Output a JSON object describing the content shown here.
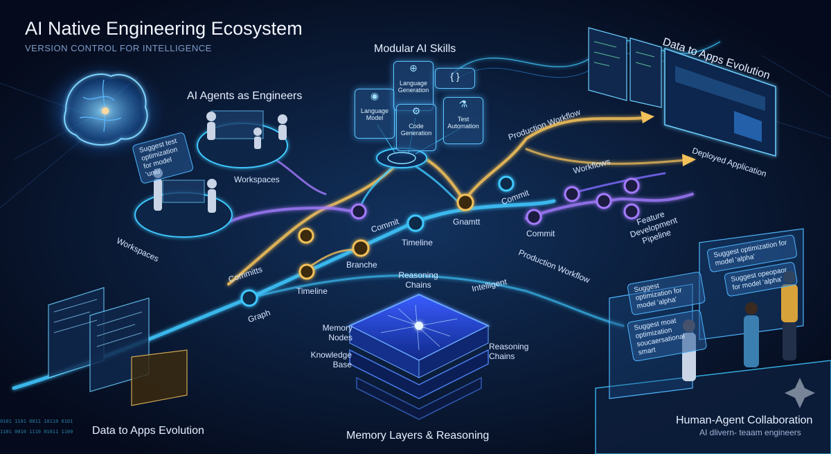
{
  "header": {
    "title": "AI Native Engineering Ecosystem",
    "subtitle": "VERSION CONTROL FOR INTELLIGENCE"
  },
  "sections": {
    "agents": "AI Agents as Engineers",
    "skills": "Modular AI Skills",
    "data_apps_top": "Data to Apps Evolution",
    "data_apps_bottom": "Data to Apps Evolution",
    "memory": "Memory Layers & Reasoning",
    "collab": "Human-Agent Collaboration",
    "collab_sub": "AI dlivern- teaam engineers"
  },
  "skills": [
    {
      "label": "Language Model",
      "icon": "brain-chip-icon"
    },
    {
      "label": "Language Generation",
      "icon": "globe-icon"
    },
    {
      "label": "Code Generation",
      "icon": "gear-icon"
    },
    {
      "label": "{ }",
      "icon": "braces-icon"
    },
    {
      "label": "Test Automation",
      "icon": "test-icon"
    }
  ],
  "labels": {
    "workspaces_1": "Workspaces",
    "workspaces_2": "Workspaces",
    "commits": "Committs",
    "graph": "Graph",
    "timeline_1": "Timeline",
    "timeline_2": "Timeline",
    "branche": "Branche",
    "commit_1": "Commit",
    "commit_2": "Commit",
    "commit_3": "Commit",
    "gnamtt": "Gnamtt",
    "workflows": "Workflows",
    "production_workflow_1": "Production Workflow",
    "production_workflow_2": "Production Workflow",
    "deployed_application": "Deployed Application",
    "feature_dev": "Feature Development Pipeline",
    "intelligent": "Intelligent",
    "reasoning_chains_top": "Reasoning Chains",
    "reasoning_chains_side": "Reasoning Chains",
    "memory_nodes": "Memory Nodes",
    "knowledge_base": "Knowledge Base"
  },
  "bubbles": {
    "agent_note": "Suggest test optimization for model 'uniu'",
    "collab_1": "Suggest optimization for model 'alpha'",
    "collab_2": "Suggest optimization for model 'alpha'",
    "collab_3": "Suggest opeopaor for model 'alpha'",
    "collab_4": "Suggest moat optimization soucaersational smart"
  },
  "colors": {
    "background": "#050b1c",
    "cyan": "#3fc8ff",
    "gold": "#f3c15a",
    "violet": "#a47bff",
    "text": "#e6f0ff"
  }
}
